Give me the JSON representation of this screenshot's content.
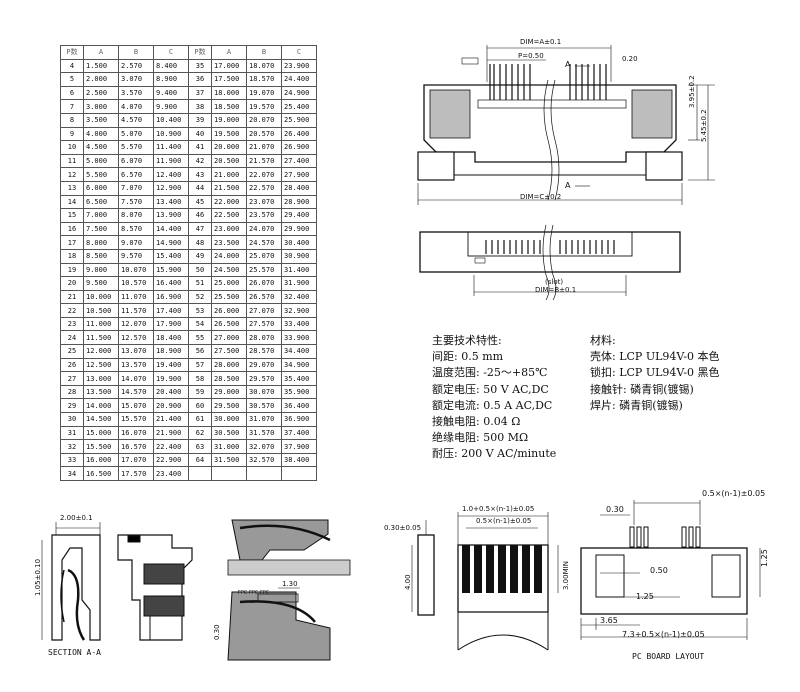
{
  "table": {
    "headers": [
      "P数",
      "A",
      "B",
      "C",
      "P数",
      "A",
      "B",
      "C"
    ],
    "rows": [
      [
        "4",
        "1.500",
        "2.570",
        "8.400",
        "35",
        "17.000",
        "18.070",
        "23.900"
      ],
      [
        "5",
        "2.000",
        "3.070",
        "8.900",
        "36",
        "17.500",
        "18.570",
        "24.400"
      ],
      [
        "6",
        "2.500",
        "3.570",
        "9.400",
        "37",
        "18.000",
        "19.070",
        "24.900"
      ],
      [
        "7",
        "3.000",
        "4.070",
        "9.900",
        "38",
        "18.500",
        "19.570",
        "25.400"
      ],
      [
        "8",
        "3.500",
        "4.570",
        "10.400",
        "39",
        "19.000",
        "20.070",
        "25.900"
      ],
      [
        "9",
        "4.000",
        "5.070",
        "10.900",
        "40",
        "19.500",
        "20.570",
        "26.400"
      ],
      [
        "10",
        "4.500",
        "5.570",
        "11.400",
        "41",
        "20.000",
        "21.070",
        "26.900"
      ],
      [
        "11",
        "5.000",
        "6.070",
        "11.900",
        "42",
        "20.500",
        "21.570",
        "27.400"
      ],
      [
        "12",
        "5.500",
        "6.570",
        "12.400",
        "43",
        "21.000",
        "22.070",
        "27.900"
      ],
      [
        "13",
        "6.000",
        "7.070",
        "12.900",
        "44",
        "21.500",
        "22.570",
        "28.400"
      ],
      [
        "14",
        "6.500",
        "7.570",
        "13.400",
        "45",
        "22.000",
        "23.070",
        "28.900"
      ],
      [
        "15",
        "7.000",
        "8.070",
        "13.900",
        "46",
        "22.500",
        "23.570",
        "29.400"
      ],
      [
        "16",
        "7.500",
        "8.570",
        "14.400",
        "47",
        "23.000",
        "24.070",
        "29.900"
      ],
      [
        "17",
        "8.000",
        "9.070",
        "14.900",
        "48",
        "23.500",
        "24.570",
        "30.400"
      ],
      [
        "18",
        "8.500",
        "9.570",
        "15.400",
        "49",
        "24.000",
        "25.070",
        "30.900"
      ],
      [
        "19",
        "9.000",
        "10.070",
        "15.900",
        "50",
        "24.500",
        "25.570",
        "31.400"
      ],
      [
        "20",
        "9.500",
        "10.570",
        "16.400",
        "51",
        "25.000",
        "26.070",
        "31.900"
      ],
      [
        "21",
        "10.000",
        "11.070",
        "16.900",
        "52",
        "25.500",
        "26.570",
        "32.400"
      ],
      [
        "22",
        "10.500",
        "11.570",
        "17.400",
        "53",
        "26.000",
        "27.070",
        "32.900"
      ],
      [
        "23",
        "11.000",
        "12.070",
        "17.900",
        "54",
        "26.500",
        "27.570",
        "33.400"
      ],
      [
        "24",
        "11.500",
        "12.570",
        "18.400",
        "55",
        "27.000",
        "28.070",
        "33.900"
      ],
      [
        "25",
        "12.000",
        "13.070",
        "18.900",
        "56",
        "27.500",
        "28.570",
        "34.400"
      ],
      [
        "26",
        "12.500",
        "13.570",
        "19.400",
        "57",
        "28.000",
        "29.070",
        "34.900"
      ],
      [
        "27",
        "13.000",
        "14.070",
        "19.900",
        "58",
        "28.500",
        "29.570",
        "35.400"
      ],
      [
        "28",
        "13.500",
        "14.570",
        "20.400",
        "59",
        "29.000",
        "30.070",
        "35.900"
      ],
      [
        "29",
        "14.000",
        "15.070",
        "20.900",
        "60",
        "29.500",
        "30.570",
        "36.400"
      ],
      [
        "30",
        "14.500",
        "15.570",
        "21.400",
        "61",
        "30.000",
        "31.070",
        "36.900"
      ],
      [
        "31",
        "15.000",
        "16.070",
        "21.900",
        "62",
        "30.500",
        "31.570",
        "37.400"
      ],
      [
        "32",
        "15.500",
        "16.570",
        "22.400",
        "63",
        "31.000",
        "32.070",
        "37.900"
      ],
      [
        "33",
        "16.000",
        "17.070",
        "22.900",
        "64",
        "31.500",
        "32.570",
        "38.400"
      ],
      [
        "34",
        "16.500",
        "17.570",
        "23.400",
        "",
        "",
        "",
        ""
      ]
    ]
  },
  "specs": {
    "left": [
      "主要技术特性:",
      "间距:  0.5 mm",
      "温度范围: -25～+85℃",
      "额定电压: 50 V AC,DC",
      "额定电流: 0.5 A AC,DC",
      "接触电阻: 0.04 Ω",
      "绝缘电阻: 500 MΩ",
      "耐压: 200 V AC/minute"
    ],
    "right": [
      "材料:",
      "壳体: LCP UL94V-0 本色",
      "锁扣: LCP UL94V-0 黑色",
      "接触针: 磷青铜(镀锡)",
      "焊片: 磷青铜(镀锡)"
    ]
  },
  "top_view": {
    "dim_a": "DIM=A±0.1",
    "pitch": "P=0.50",
    "w020": "0.20",
    "section_a": "A",
    "h1": "3.95±0.2",
    "h2": "5.45±0.2",
    "dim_c": "DIM=C±0.2"
  },
  "bottom_view": {
    "slot": "(slot)",
    "dim_b": "DIM=B±0.1"
  },
  "section": {
    "w200": "2.00±0.1",
    "h105": "1.05±0.10",
    "label": "SECTION A-A"
  },
  "detail": {
    "d130": "1.30",
    "d030": "0.30",
    "fpc": "FPC  FPC  FPC"
  },
  "fpc_view": {
    "d030": "0.30±0.05",
    "top": "1.0+0.5×(n-1)±0.05",
    "pitch": "0.5×(n-1)±0.05",
    "d400": "4.00",
    "d300": "3.00MIN"
  },
  "pcb": {
    "pitch": "0.5×(n-1)±0.05",
    "d030": "0.30",
    "d050": "0.50",
    "d125a": "1.25",
    "d125b": "1.25",
    "d365": "3.65",
    "total": "7.3+0.5×(n-1)±0.05",
    "label": "PC BOARD LAYOUT"
  }
}
